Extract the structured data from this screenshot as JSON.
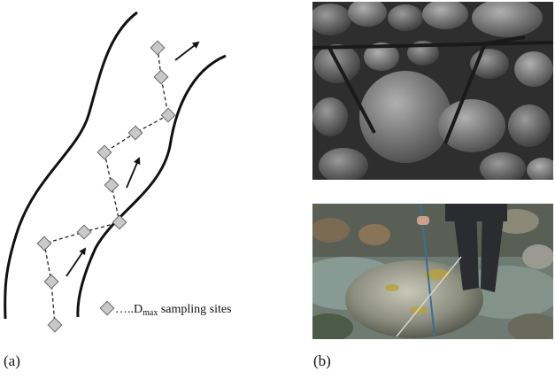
{
  "panel_a": {
    "label": "(a)",
    "legend": {
      "dots": "…..",
      "d_main": "D",
      "d_sub": "max",
      "tail": " sampling sites"
    }
  },
  "panel_b": {
    "label": "(b)",
    "photos": [
      {
        "subject": "boulders with measuring frame"
      },
      {
        "subject": "person measuring mossy boulder in stream"
      }
    ]
  },
  "icons": {
    "site_marker": "diamond-marker-icon",
    "flow_arrow": "flow-arrow-icon"
  },
  "colors": {
    "marker_fill": "#c9c9c9",
    "marker_stroke": "#666666",
    "bank_line": "#111111"
  }
}
